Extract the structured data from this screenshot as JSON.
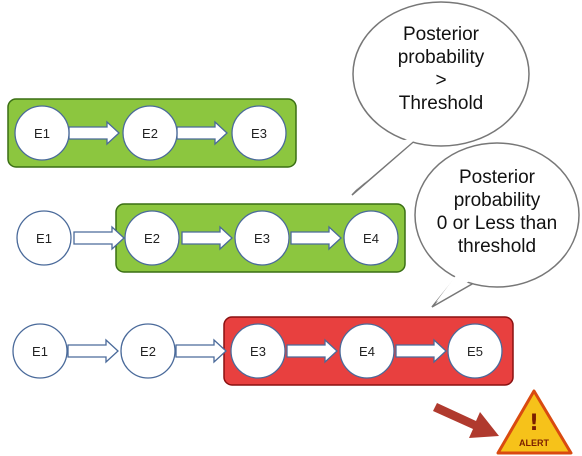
{
  "colors": {
    "green_box": "#8cc63f",
    "green_border": "#3a6f14",
    "red_box": "#e8403f",
    "red_border": "#8a1010",
    "node_fill": "#ffffff",
    "node_stroke": "#4a6a9a",
    "arrow_fill": "#ffffff",
    "arrow_stroke": "#4a6a9a",
    "alert_arrow": "#b03a2e",
    "alert_fill": "#f6c21a",
    "alert_border": "#d94a10"
  },
  "rows": [
    {
      "nodes": [
        "E1",
        "E2",
        "E3"
      ],
      "highlight": "green"
    },
    {
      "nodes": [
        "E1",
        "E2",
        "E3",
        "E4"
      ],
      "highlight": "green"
    },
    {
      "nodes": [
        "E1",
        "E2",
        "E3",
        "E4",
        "E5"
      ],
      "highlight": "red"
    }
  ],
  "bubbles": {
    "upper": {
      "lines": [
        "Posterior",
        "probability",
        ">",
        "Threshold"
      ]
    },
    "lower": {
      "lines": [
        "Posterior",
        "probability",
        "0 or Less than",
        "threshold"
      ]
    }
  },
  "alert": {
    "label": "ALERT",
    "mark": "!",
    "icon": "warning-triangle-icon"
  }
}
